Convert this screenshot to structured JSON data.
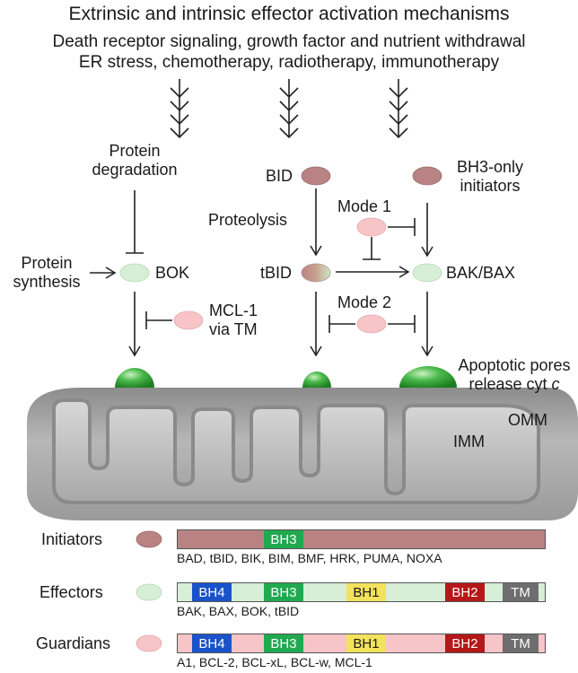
{
  "title": "Extrinsic and intrinsic effector activation mechanisms",
  "stimuli": {
    "line1": "Death receptor signaling, growth factor and nutrient withdrawal",
    "line2": "ER stress, chemotherapy, radiotherapy, immunotherapy"
  },
  "pathway": {
    "protein_degradation": [
      "Protein",
      "degradation"
    ],
    "bid": "BID",
    "bh3_only": [
      "BH3-only",
      "initiators"
    ],
    "proteolysis": "Proteolysis",
    "mode1": "Mode 1",
    "mode2": "Mode 2",
    "protein_synthesis": [
      "Protein",
      "synthesis"
    ],
    "bok": "BOK",
    "tbid": "tBID",
    "bak_bax": "BAK/BAX",
    "mcl1": [
      "MCL-1",
      "via TM"
    ],
    "pores": [
      "Apoptotic pores",
      "release cyt "
    ],
    "pores_italic": "c",
    "omm": "OMM",
    "imm": "IMM"
  },
  "legend": {
    "initiators": {
      "label": "Initiators",
      "domains": [
        "BH3"
      ],
      "members": "BAD, tBID, BIK, BIM, BMF, HRK, PUMA, NOXA"
    },
    "effectors": {
      "label": "Effectors",
      "domains": [
        "BH4",
        "BH3",
        "BH1",
        "BH2",
        "TM"
      ],
      "members": "BAK, BAX, BOK, tBID"
    },
    "guardians": {
      "label": "Guardians",
      "domains": [
        "BH4",
        "BH3",
        "BH1",
        "BH2",
        "TM"
      ],
      "members": "A1, BCL-2, BCL-xL, BCL-w, MCL-1"
    }
  },
  "colors": {
    "initiator": "#b98383",
    "effector": "#d6efd6",
    "guardian": "#f7c4c7",
    "bh4": "#1a52c9",
    "bh3": "#1faa4f",
    "bh1": "#f2e25c",
    "bh2": "#b51818",
    "tm": "#6e6e6e",
    "pore": "#2a9a2a"
  }
}
